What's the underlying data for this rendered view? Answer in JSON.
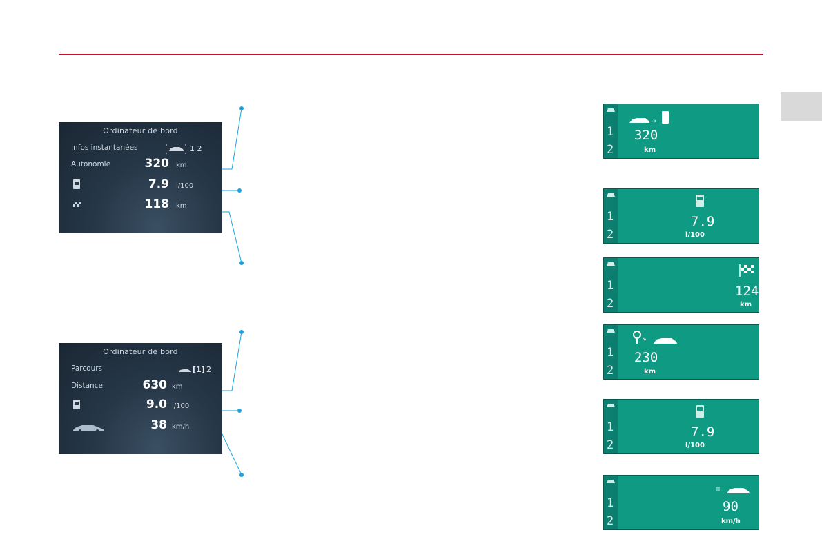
{
  "colors": {
    "rule": "#c8102e",
    "leader": "#1aa3dc",
    "lcd_bg": "#0f9a84"
  },
  "screen_top": {
    "title": "Ordinateur de bord",
    "mode_label": "Infos instantanées",
    "mode_selector": "1 2",
    "rows": [
      {
        "label": "Autonomie",
        "value": "320",
        "unit": "km",
        "icon": ""
      },
      {
        "label": "",
        "value": "7.9",
        "unit": "l/100",
        "icon": "fuel-pump-icon"
      },
      {
        "label": "",
        "value": "118",
        "unit": "km",
        "icon": "checkered-flag-icon"
      }
    ]
  },
  "screen_bottom": {
    "title": "Ordinateur de bord",
    "mode_label": "Parcours",
    "mode_selected": "[1]",
    "mode_other": "2",
    "rows": [
      {
        "label": "Distance",
        "value": "630",
        "unit": "km",
        "icon": ""
      },
      {
        "label": "",
        "value": "9.0",
        "unit": "l/100",
        "icon": "fuel-pump-icon"
      },
      {
        "label": "",
        "value": "38",
        "unit": "km/h",
        "icon": "car-icon"
      }
    ]
  },
  "lcds": [
    {
      "value": "320",
      "unit": "km",
      "icon": "car-to-fuel-icon",
      "rows": [
        "1",
        "2"
      ]
    },
    {
      "value": "7.9",
      "unit": "l/100",
      "icon": "fuel-pump-icon",
      "rows": [
        "1",
        "2"
      ]
    },
    {
      "value": "124",
      "unit": "km",
      "icon": "checkered-flag-icon",
      "rows": [
        "1",
        "2"
      ]
    },
    {
      "value": "230",
      "unit": "km",
      "icon": "pin-to-car-icon",
      "rows": [
        "1",
        "2"
      ]
    },
    {
      "value": "7.9",
      "unit": "l/100",
      "icon": "fuel-pump-icon",
      "rows": [
        "1",
        "2"
      ]
    },
    {
      "value": "90",
      "unit": "km/h",
      "icon": "car-speed-icon",
      "rows": [
        "1",
        "2"
      ]
    }
  ]
}
